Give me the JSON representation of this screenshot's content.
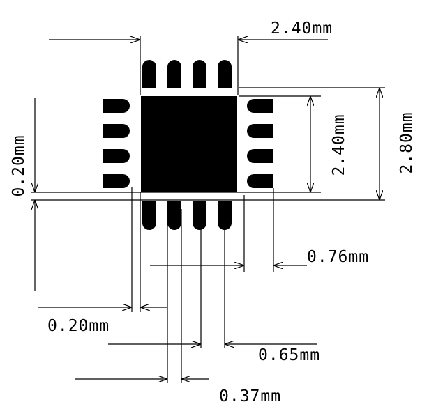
{
  "dimensions": {
    "top_width": "2.40mm",
    "right_height_inner": "2.40mm",
    "right_height_outer": "2.80mm",
    "left_gap": "0.20mm",
    "bottom_gap": "0.20mm",
    "pad_extent": "0.76mm",
    "pitch": "0.65mm",
    "pad_width": "0.37mm"
  },
  "colors": {
    "pad": "#000000",
    "background": "#ffffff"
  }
}
